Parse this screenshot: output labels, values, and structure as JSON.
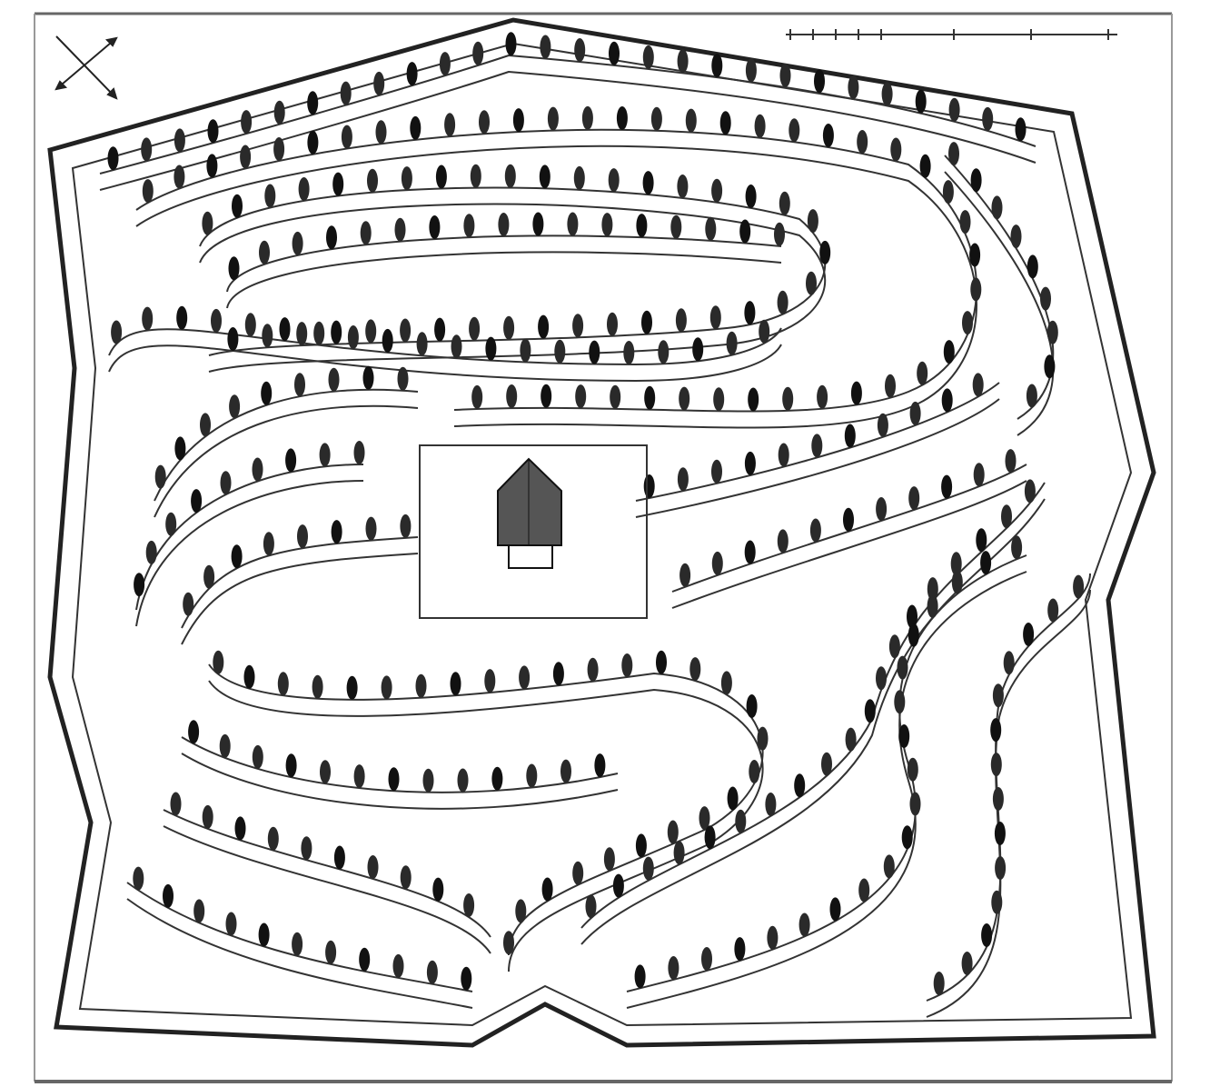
{
  "plate": {
    "subject": "garden-maze-plan",
    "colors": {
      "paper": "#ffffff",
      "ink": "#1a1a1a",
      "frame": "#555555"
    }
  },
  "decorations": {
    "compass_icon": "compass-cross-arrows",
    "scale_bar_icon": "scale-bar",
    "central_building_icon": "pavilion"
  }
}
